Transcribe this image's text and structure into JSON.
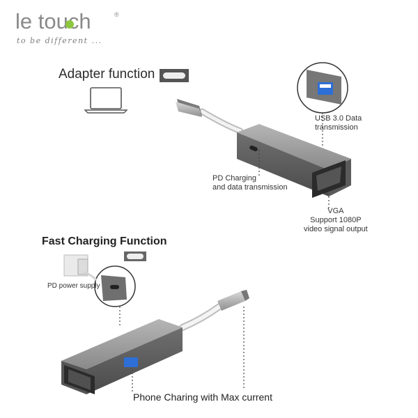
{
  "brand": {
    "logo_text": "le touch",
    "registered_mark": "®",
    "tagline": "to be different ..."
  },
  "adapter_section": {
    "title": "Adapter function"
  },
  "callouts": {
    "usb_line1": "USB 3.0 Data",
    "usb_line2": "transmission",
    "pd_line1": "PD Charging",
    "pd_line2": "and data transmission",
    "vga_line1": "VGA",
    "vga_line2": "Support 1080P",
    "vga_line3": "video signal output"
  },
  "fast_section": {
    "title": "Fast Charging Function",
    "pd_supply": "PD power supply",
    "phone_label": "Phone  Charing with Max current"
  },
  "colors": {
    "brand_green": "#8dc63f",
    "body_gray": "#8c8c8c",
    "dark_gray": "#4a4a4a"
  }
}
